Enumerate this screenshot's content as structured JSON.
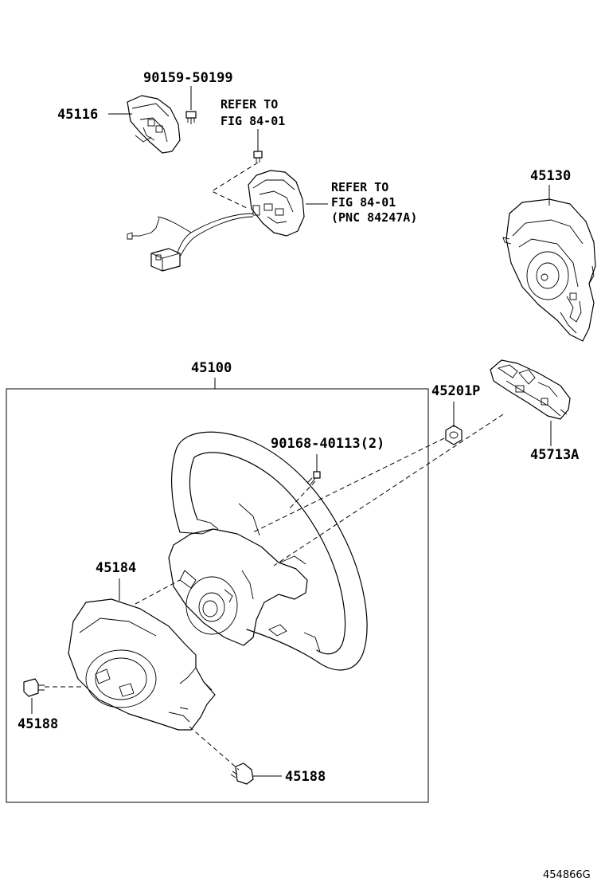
{
  "labels": {
    "p90159": "90159-50199",
    "p45116": "45116",
    "ref1_line1": "REFER TO",
    "ref1_line2": "FIG 84-01",
    "ref2_line1": "REFER TO",
    "ref2_line2": "FIG 84-01",
    "ref2_line3": "(PNC 84247A)",
    "p45130": "45130",
    "p45100": "45100",
    "p45201P": "45201P",
    "p90168": "90168-40113(2)",
    "p45713A": "45713A",
    "p45184": "45184",
    "p45188_left": "45188",
    "p45188_bottom": "45188",
    "diagram_code": "454866G"
  }
}
